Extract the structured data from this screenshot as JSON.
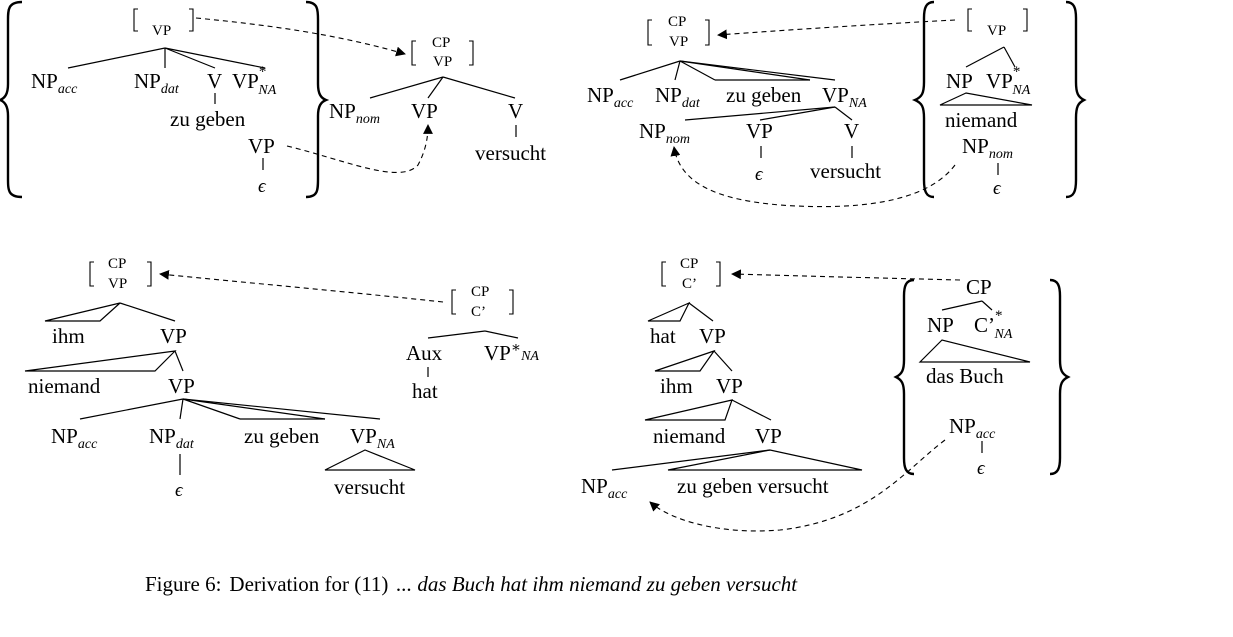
{
  "labels": {
    "vp": "VP",
    "cp": "CP",
    "c_bar": "C’",
    "np": "NP",
    "v": "V",
    "aux": "Aux",
    "acc": "acc",
    "dat": "dat",
    "nom": "nom",
    "na": "NA",
    "star": "*",
    "star_raised": "∗",
    "epsilon": "ϵ"
  },
  "words": {
    "zu_geben": "zu geben",
    "versucht": "versucht",
    "niemand": "niemand",
    "ihm": "ihm",
    "hat": "hat",
    "das_buch": "das Buch",
    "zu_geben_versucht": "zu geben versucht"
  },
  "caption": {
    "figure_label": "Figure 6:",
    "text": "Derivation for (11)",
    "example": "... das Buch hat ihm niemand zu geben versucht"
  }
}
